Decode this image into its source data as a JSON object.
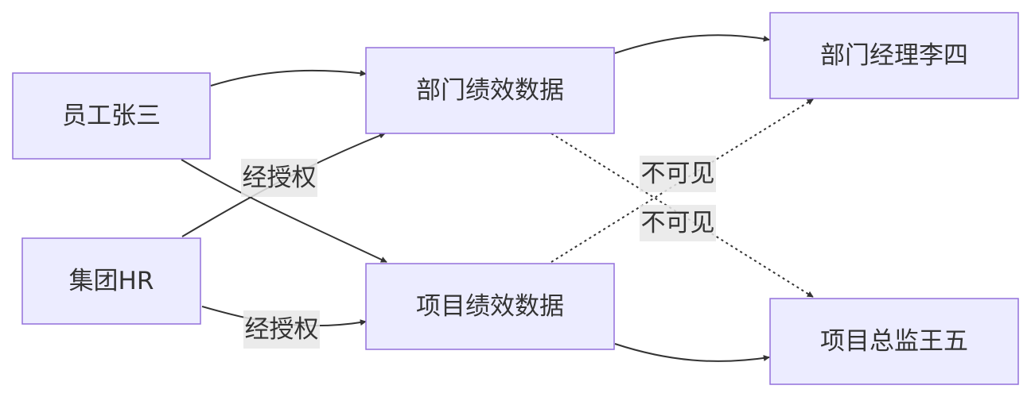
{
  "nodes": {
    "employee": "员工张三",
    "group_hr": "集团HR",
    "dept_perf": "部门绩效数据",
    "proj_perf": "项目绩效数据",
    "dept_manager": "部门经理李四",
    "proj_director": "项目总监王五"
  },
  "edge_labels": {
    "hr_to_dept": "经授权",
    "hr_to_proj": "经授权",
    "dept_to_proj_director": "不可见",
    "proj_to_dept_manager": "不可见"
  },
  "colors": {
    "node_fill": "#ececff",
    "node_stroke": "#9370db",
    "edge": "#333333",
    "label_bg": "#e8e8e8"
  }
}
